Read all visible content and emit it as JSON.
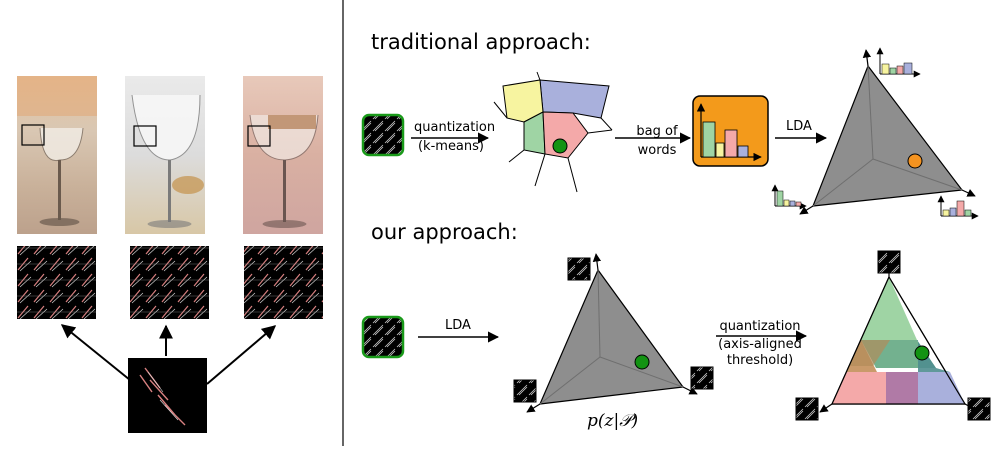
{
  "headings": {
    "traditional": "traditional approach:",
    "ours": "our approach:"
  },
  "labels": {
    "quantization_kmeans_line1": "quantization",
    "quantization_kmeans_line2": "(k-means)",
    "bag_of_words_line1": "bag of",
    "bag_of_words_line2": "words",
    "lda_top": "LDA",
    "lda_bottom": "LDA",
    "quantization_axis_line1": "quantization",
    "quantization_axis_line2": "(axis-aligned",
    "quantization_axis_line3": "threshold)",
    "posterior": "p(z|𝒫)"
  },
  "colors": {
    "simplex_gray": "#8e8e8e",
    "histogram_orange": "#f39a1b",
    "cell_yellow": "#f7f4a0",
    "cell_blue": "#a9b0dc",
    "cell_green": "#9fd4a4",
    "cell_pink": "#f4a9a9",
    "marker_green": "#139313",
    "marker_orange": "#f49320",
    "patch_border_green": "#1a9a1a"
  },
  "icons": [
    "wine-glass-photo",
    "gradient-feature-map",
    "patch-thumbnail",
    "histogram-icon",
    "voronoi-diagram",
    "topic-simplex"
  ]
}
